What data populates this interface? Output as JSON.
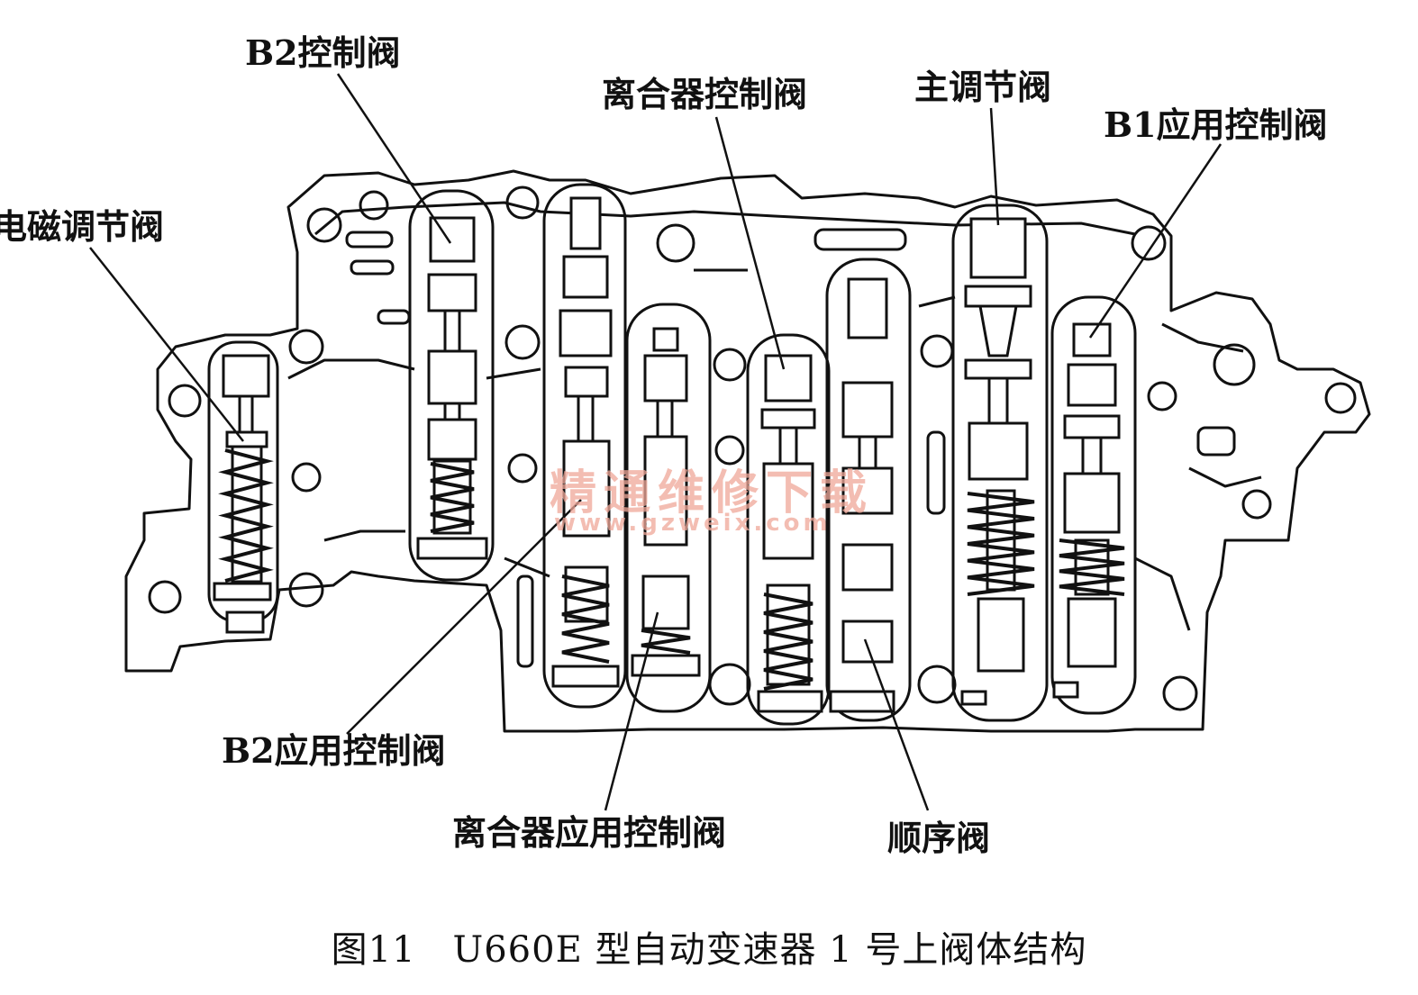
{
  "labels": {
    "b2_control": "B2控制阀",
    "clutch_control": "离合器控制阀",
    "main_regulator": "主调节阀",
    "b1_apply_control": "B1应用控制阀",
    "solenoid_modulator": "电磁调节阀",
    "b2_apply_control": "B2应用控制阀",
    "clutch_apply_control": "离合器应用控制阀",
    "sequence_valve": "顺序阀"
  },
  "caption": "图11　U660E 型自动变速器 1 号上阀体结构",
  "watermark": {
    "text": "精通维修下载",
    "url": "www.gzweix.com"
  },
  "colors": {
    "line": "#111111",
    "watermark": "#f0a899"
  }
}
